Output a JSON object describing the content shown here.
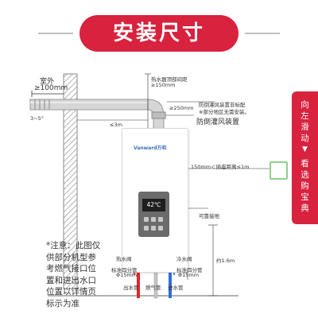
{
  "title": "安装尺寸",
  "labels": {
    "outdoor": "室外",
    "outdoor_dist": "≥100mm",
    "slope": "3~5°",
    "top_clearance_line1": "热水器顶部间距",
    "top_clearance_line2": "≥150mm",
    "right_clearance": "≥250mm",
    "windproof_note_line1": "防倒灌风装置非标配",
    "windproof_note_line2": "※部分地区无需安装。",
    "windproof_device": "防倒灌风装置",
    "pipe_length": "≤3m",
    "socket_distance": "150mm＜插座距离≤1m",
    "grounding": "可靠接地",
    "height": "约1.6m",
    "hot_valve": "热水阀",
    "cold_valve": "冷水阀",
    "hot_spec_line1": "标准四分管",
    "hot_spec_line2": "Φ15mm",
    "cold_spec_line1": "标准四分管",
    "cold_spec_line2": "Φ15mm",
    "outlet_pipe": "出水管",
    "gas_pipe": "燃气管",
    "inlet_pipe": "进水管",
    "brand": "Vanward万和",
    "display_value": "42℃"
  },
  "note": "*注意：此图仅供部分机型参考燃气接口位置和进出水口位置以详情页标示为准",
  "side_tab": {
    "line1": "向左滑动",
    "line2": "看选购宝典"
  },
  "colors": {
    "accent": "#d8223e",
    "hot": "#e0262c",
    "cold": "#2f6fd6",
    "socket": "#8fd08a"
  }
}
